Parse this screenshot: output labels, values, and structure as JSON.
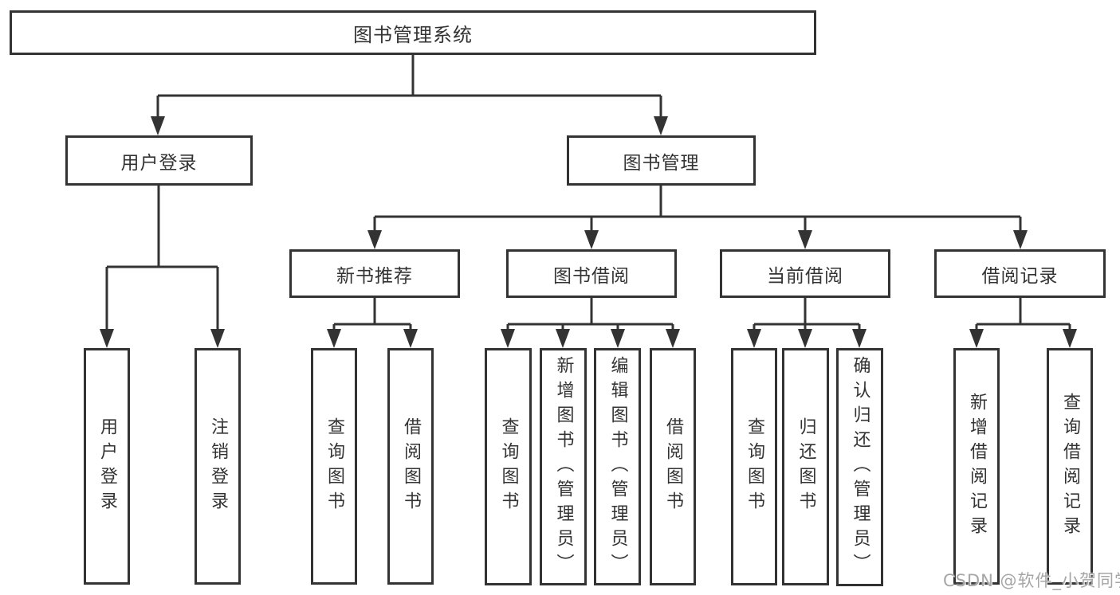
{
  "title": "图书管理系统",
  "watermark": "CSDN @软件_小贺同学",
  "colors": {
    "line": "#333333",
    "box_border": "#333333",
    "box_bg": "#ffffff",
    "text": "#333333",
    "watermark": "#a6a6a6"
  },
  "tree": {
    "root": "图书管理系统",
    "children": [
      {
        "label": "用户登录",
        "children": [
          "用户登录",
          "注销登录"
        ]
      },
      {
        "label": "图书管理",
        "children": [
          {
            "label": "新书推荐",
            "children": [
              "查询图书",
              "借阅图书"
            ]
          },
          {
            "label": "图书借阅",
            "children": [
              "查询图书",
              "新增图书（管理员）",
              "编辑图书（管理员）",
              "借阅图书"
            ]
          },
          {
            "label": "当前借阅",
            "children": [
              "查询图书",
              "归还图书",
              "确认归还（管理员）"
            ]
          },
          {
            "label": "借阅记录",
            "children": [
              "新增借阅记录",
              "查询借阅记录"
            ]
          }
        ]
      }
    ]
  }
}
